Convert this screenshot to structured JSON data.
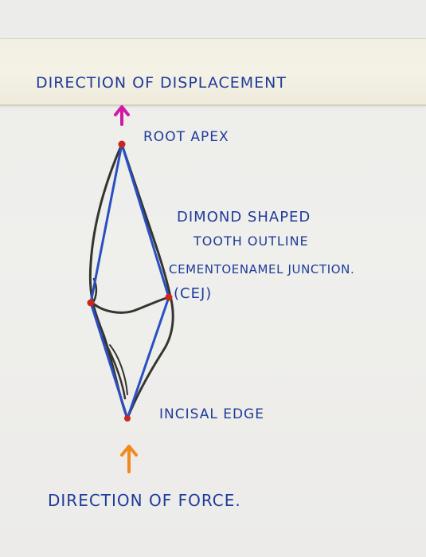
{
  "diagram": {
    "labels": {
      "direction_of_displacement": "Direction of Displacement",
      "root_apex": "Root Apex",
      "shape_line1": "Dimond Shaped",
      "shape_line2": "Tooth Outline",
      "cej_line1": "Cementoenamel Junction.",
      "cej_line2": "(CEJ)",
      "incisal_edge": "Incisal Edge",
      "direction_of_force": "Direction of Force."
    },
    "colors": {
      "ink_blue": "#1f3b9a",
      "diamond_blue": "#2a4fc2",
      "outline_black": "#34352f",
      "point_red": "#c8261f",
      "arrow_magenta": "#d01aa6",
      "arrow_orange": "#f08a1c",
      "tape": "#f2f0e2"
    }
  }
}
